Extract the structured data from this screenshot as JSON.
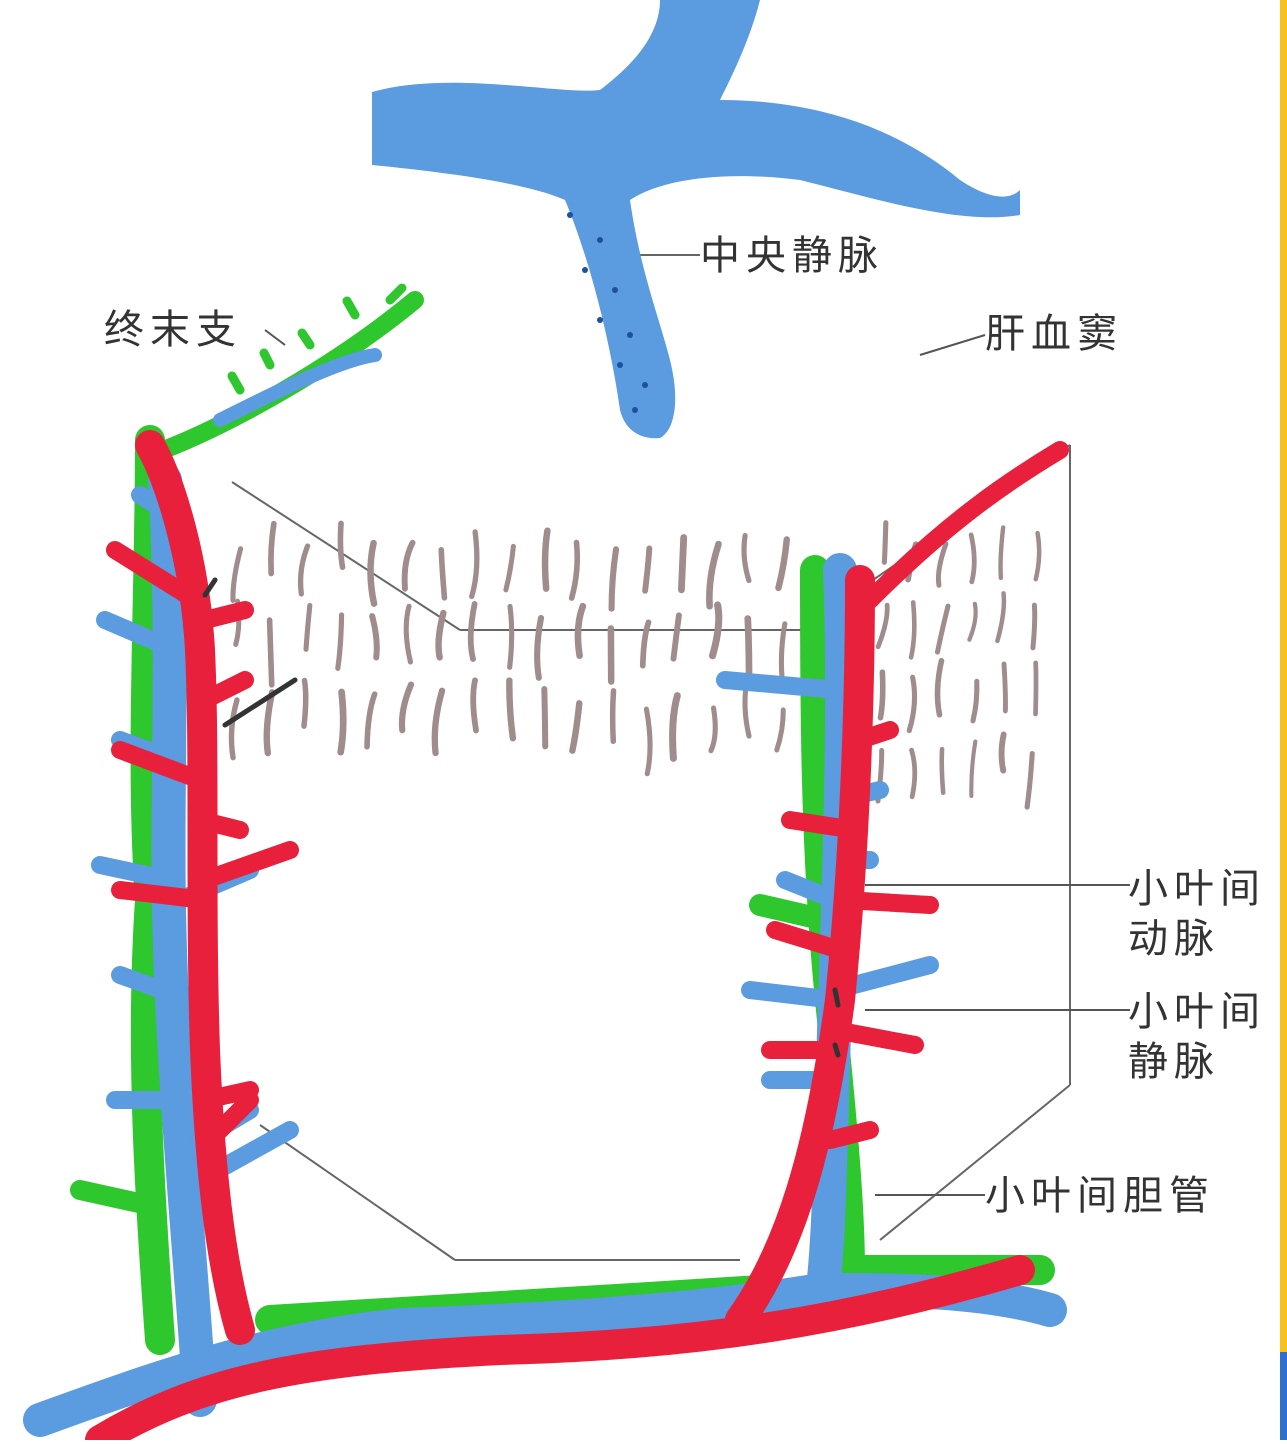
{
  "labels": {
    "central_vein": "中央静脉",
    "terminal_branch": "终末支",
    "hepatic_sinusoid": "肝血窦",
    "interlobular_artery_l1": "小叶间",
    "interlobular_artery_l2": "动脉",
    "interlobular_vein_l1": "小叶间",
    "interlobular_vein_l2": "静脉",
    "interlobular_bile_duct": "小叶间胆管"
  },
  "colors": {
    "vein": "#5b9be0",
    "artery": "#e8203c",
    "bile_duct": "#2ec72e",
    "sinusoid": "#a08c8c",
    "leader_line": "#555555",
    "frame_edge": "#f7c21a"
  }
}
